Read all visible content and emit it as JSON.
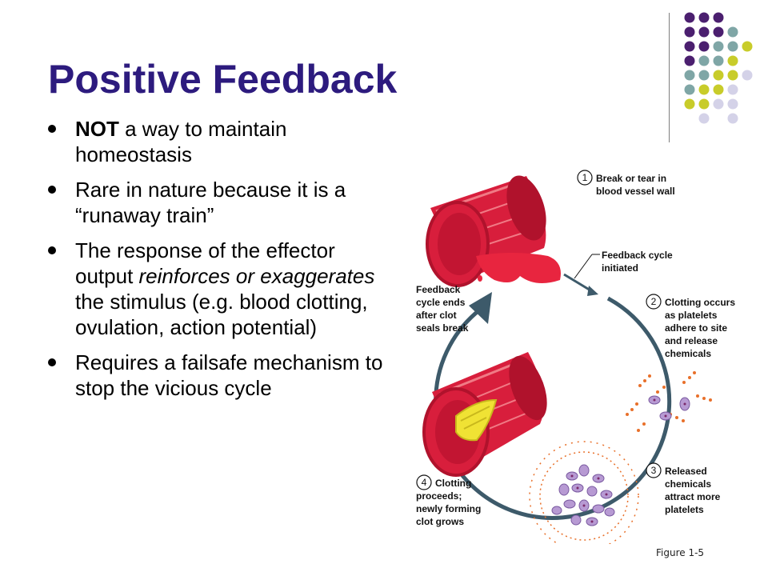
{
  "slide": {
    "title": "Positive Feedback",
    "bullets": [
      {
        "bold": "NOT",
        "text": " a way to maintain homeostasis"
      },
      {
        "bold": "",
        "text": "Rare in nature because it is a “runaway train”"
      },
      {
        "bold": "",
        "text": "The response of the effector output ",
        "em": "reinforces or exaggerates",
        "text2": " the stimulus (e.g. blood clotting, ovulation, action potential)"
      },
      {
        "bold": "",
        "text": "Requires a failsafe mechanism to stop the vicious cycle"
      }
    ]
  },
  "figure": {
    "steps": [
      {
        "num": "1",
        "lines": [
          "Break or tear in",
          "blood vessel wall"
        ]
      },
      {
        "num": "2",
        "lines": [
          "Clotting occurs",
          "as platelets",
          "adhere to site",
          "and release",
          "chemicals"
        ]
      },
      {
        "num": "3",
        "lines": [
          "Released",
          "chemicals",
          "attract more",
          "platelets"
        ]
      },
      {
        "num": "4",
        "lines": [
          "Clotting",
          "proceeds;",
          "newly forming",
          "clot grows"
        ]
      }
    ],
    "feedback_initiated": [
      "Feedback cycle",
      "initiated"
    ],
    "feedback_ends": [
      "Feedback",
      "cycle ends",
      "after clot",
      "seals break"
    ],
    "caption": "Figure 1-5"
  },
  "colors": {
    "title": "#2d1b7e",
    "dot_purple": "#4b1f6f",
    "dot_teal": "#7fa6a6",
    "dot_olive": "#c8cc2a",
    "dot_lavender": "#d4d2e8",
    "cycle_arrow": "#3d5a6a",
    "vessel": "#d81e3c",
    "blood": "#e8253f",
    "clot": "#f0e234",
    "platelet": "#b79ad3",
    "chemical": "#e8702a"
  }
}
